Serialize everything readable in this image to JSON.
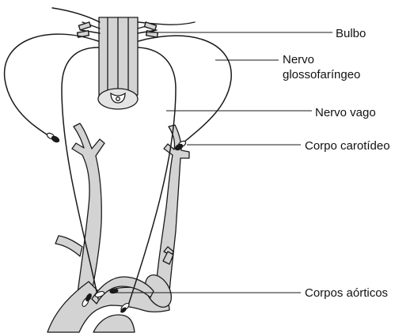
{
  "labels": {
    "bulbo": "Bulbo",
    "glosso_line1": "Nervo",
    "glosso_line2": "glossofaríngeo",
    "vago": "Nervo vago",
    "corpo_carotideo": "Corpo carotídeo",
    "corpos_aorticos": "Corpos aórticos"
  },
  "colors": {
    "vessel_fill": "#d3d3d3",
    "outline": "#1a1a1a",
    "background": "#ffffff"
  }
}
